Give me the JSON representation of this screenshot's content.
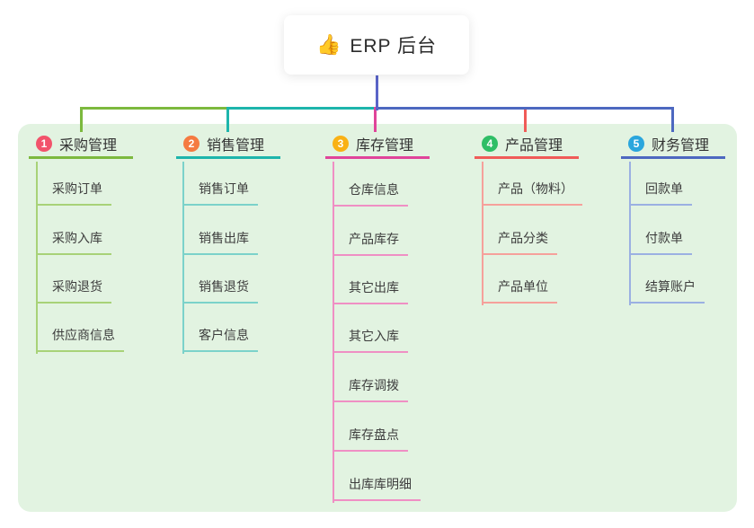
{
  "canvas": {
    "background": "#ffffff",
    "panel_background": "#e2f3e1"
  },
  "root": {
    "icon": "👍",
    "label": "ERP 后台",
    "line_color": "#5a64c8"
  },
  "branches": [
    {
      "index": "1",
      "label": "采购管理",
      "badge_color": "#f2536b",
      "color": "#7cb93e",
      "light_color": "#a8d278",
      "children": [
        "采购订单",
        "采购入库",
        "采购退货",
        "供应商信息"
      ]
    },
    {
      "index": "2",
      "label": "销售管理",
      "badge_color": "#f57a41",
      "color": "#1db5ac",
      "light_color": "#7bd2ca",
      "children": [
        "销售订单",
        "销售出库",
        "销售退货",
        "客户信息"
      ]
    },
    {
      "index": "3",
      "label": "库存管理",
      "badge_color": "#f9b115",
      "color": "#e0449a",
      "light_color": "#ef8fc4",
      "children": [
        "仓库信息",
        "产品库存",
        "其它出库",
        "其它入库",
        "库存调拨",
        "库存盘点",
        "出库库明细"
      ]
    },
    {
      "index": "4",
      "label": "产品管理",
      "badge_color": "#2fbe66",
      "color": "#f05b58",
      "light_color": "#f6a09b",
      "children": [
        "产品（物料）",
        "产品分类",
        "产品单位"
      ]
    },
    {
      "index": "5",
      "label": "财务管理",
      "badge_color": "#2aa6dd",
      "color": "#4d68c0",
      "light_color": "#9bb0e2",
      "children": [
        "回款单",
        "付款单",
        "结算账户"
      ]
    }
  ]
}
